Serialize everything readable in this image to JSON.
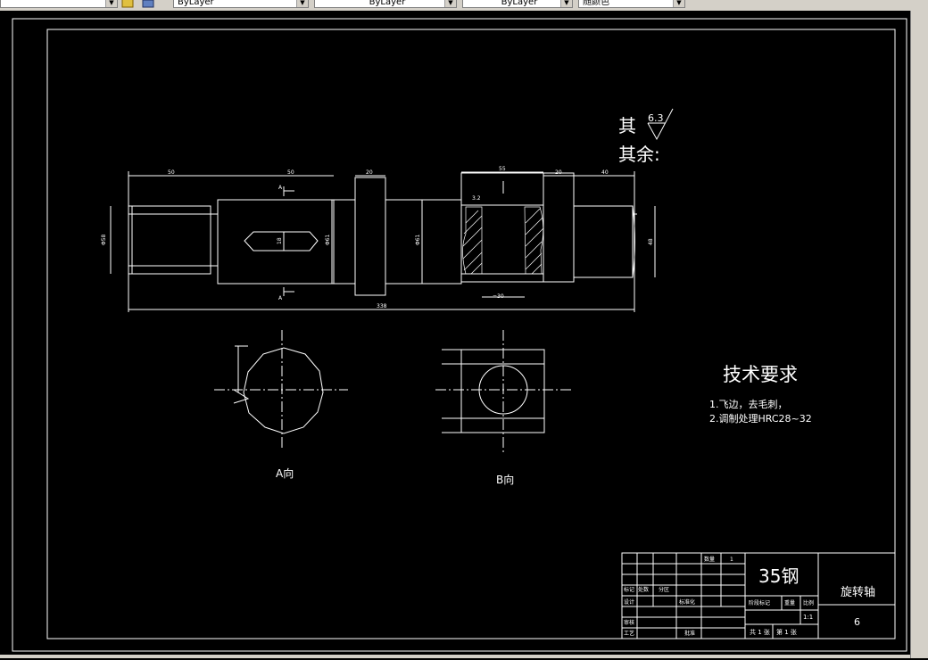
{
  "toolbar": {
    "combo1": "ByLayer",
    "combo2": "ByLayer",
    "combo3": "ByLayer",
    "combo4": "随颜色"
  },
  "drawing": {
    "surface_roughness_label": "其余:",
    "surface_roughness_value": "6.3",
    "dimensions": {
      "d1": "50",
      "d2": "50",
      "d3": "20",
      "d4": "55",
      "d5": "20",
      "d6": "40",
      "total": "338",
      "slot": "18",
      "dia_left": "Φ58",
      "dia_mid": "Φ61",
      "dia_mid2": "Φ61",
      "dia_right": "48",
      "keyway": "=30",
      "rough_small": "3.2"
    },
    "section_a_label": "A向",
    "section_b_label": "B向",
    "view_marker_a": "A",
    "tech_title": "技术要求",
    "tech_items": [
      "1.飞边，去毛刺，",
      "2.调制处理HRC28~32"
    ]
  },
  "title_block": {
    "material": "35钢",
    "part_name": "旋转轴",
    "number": "6",
    "scale": "1:1",
    "sheets_total": "共 1 张",
    "sheet_no": "第 1 张",
    "labels": {
      "design": "设计",
      "review": "审核",
      "process": "工艺",
      "approve": "批准",
      "mark": "标记",
      "count": "处数",
      "zone": "分区",
      "standard": "标准化",
      "stage_mark": "阶段标记",
      "weight": "重量",
      "ratio": "比例",
      "qty": "数量",
      "qty_val": "1"
    }
  }
}
